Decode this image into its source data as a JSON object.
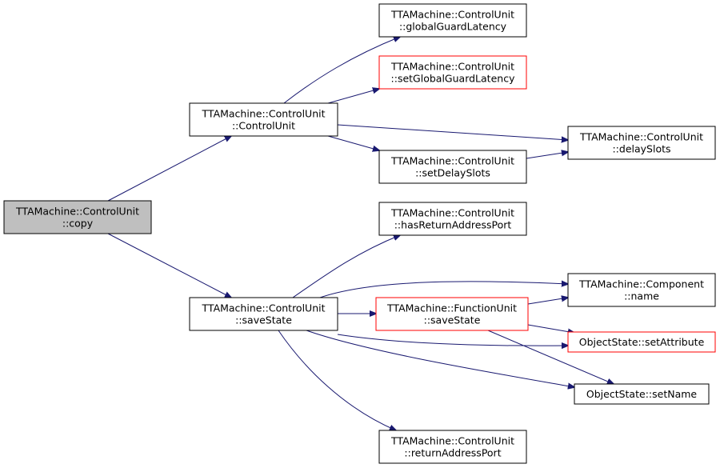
{
  "colors": {
    "edge": "#191970",
    "border_default": "#000000",
    "border_truncated": "#ff0000",
    "fill_default": "#ffffff",
    "fill_root": "#bfbfbf"
  },
  "nodes": [
    {
      "id": "copy",
      "lines": [
        "TTAMachine::ControlUnit",
        "::copy"
      ],
      "style": "root"
    },
    {
      "id": "ctor",
      "lines": [
        "TTAMachine::ControlUnit",
        "::ControlUnit"
      ],
      "style": "default"
    },
    {
      "id": "saveState",
      "lines": [
        "TTAMachine::ControlUnit",
        "::saveState"
      ],
      "style": "default"
    },
    {
      "id": "globalGuardLatency",
      "lines": [
        "TTAMachine::ControlUnit",
        "::globalGuardLatency"
      ],
      "style": "default"
    },
    {
      "id": "setGlobalGuardLatency",
      "lines": [
        "TTAMachine::ControlUnit",
        "::setGlobalGuardLatency"
      ],
      "style": "truncated"
    },
    {
      "id": "setDelaySlots",
      "lines": [
        "TTAMachine::ControlUnit",
        "::setDelaySlots"
      ],
      "style": "default"
    },
    {
      "id": "delaySlots",
      "lines": [
        "TTAMachine::ControlUnit",
        "::delaySlots"
      ],
      "style": "default"
    },
    {
      "id": "hasReturnAddressPort",
      "lines": [
        "TTAMachine::ControlUnit",
        "::hasReturnAddressPort"
      ],
      "style": "default"
    },
    {
      "id": "fuSaveState",
      "lines": [
        "TTAMachine::FunctionUnit",
        "::saveState"
      ],
      "style": "truncated"
    },
    {
      "id": "componentName",
      "lines": [
        "TTAMachine::Component",
        "::name"
      ],
      "style": "default"
    },
    {
      "id": "setAttribute",
      "lines": [
        "ObjectState::setAttribute"
      ],
      "style": "truncated"
    },
    {
      "id": "setName",
      "lines": [
        "ObjectState::setName"
      ],
      "style": "default"
    },
    {
      "id": "returnAddressPort",
      "lines": [
        "TTAMachine::ControlUnit",
        "::returnAddressPort"
      ],
      "style": "default"
    }
  ],
  "edges": [
    {
      "from": "copy",
      "to": "ctor"
    },
    {
      "from": "copy",
      "to": "saveState"
    },
    {
      "from": "ctor",
      "to": "globalGuardLatency"
    },
    {
      "from": "ctor",
      "to": "setGlobalGuardLatency"
    },
    {
      "from": "ctor",
      "to": "delaySlots"
    },
    {
      "from": "ctor",
      "to": "setDelaySlots"
    },
    {
      "from": "setDelaySlots",
      "to": "delaySlots"
    },
    {
      "from": "saveState",
      "to": "hasReturnAddressPort"
    },
    {
      "from": "saveState",
      "to": "componentName"
    },
    {
      "from": "saveState",
      "to": "fuSaveState"
    },
    {
      "from": "saveState",
      "to": "setAttribute"
    },
    {
      "from": "saveState",
      "to": "setName"
    },
    {
      "from": "saveState",
      "to": "returnAddressPort"
    },
    {
      "from": "fuSaveState",
      "to": "componentName"
    },
    {
      "from": "fuSaveState",
      "to": "setAttribute"
    },
    {
      "from": "fuSaveState",
      "to": "setName"
    }
  ]
}
